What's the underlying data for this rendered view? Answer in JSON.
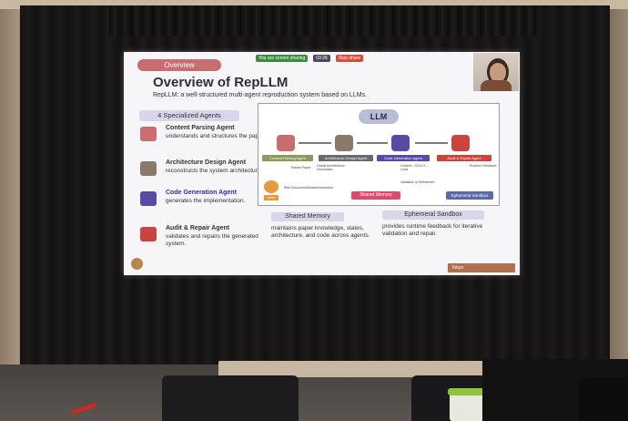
{
  "slide": {
    "section": "Overview",
    "title": "Overview of RepLLM",
    "subtitle": "RepLLM: a well-structured multi-agent reproduction system based on LLMs.",
    "agents_header": "4 Specialized Agents",
    "agents": [
      {
        "name": "Content Parsing Agent",
        "desc": "understands and structures the paper.",
        "color": "#c96e6e"
      },
      {
        "name": "Architecture Design Agent",
        "desc": "reconstructs the system architecture.",
        "color": "#8a7a6a"
      },
      {
        "name": "Code Generation Agent",
        "desc": "generates the implementation.",
        "color": "#5a4aa8"
      },
      {
        "name": "Audit & Repair Agent",
        "desc": "validates and repairs the generated system.",
        "color": "#c9443c"
      }
    ],
    "diagram": {
      "llm": "LLM",
      "nodes": [
        "Content Parsing Agent",
        "Architecture Design Agent",
        "Code Generation Agent",
        "Audit & Repair Agent"
      ],
      "user": "User",
      "shared_memory": "Shared Memory",
      "sandbox": "Ephemeral Sandbox",
      "labels": {
        "parsed": "Parsed Paper",
        "global": "Global Architectural Information",
        "context": "Context→SOCoT → Code",
        "runtime": "Runtime Feedback",
        "validation": "Validation & Refinement",
        "raw": "Raw Document/Dataset/Instruction"
      }
    },
    "shared_memory": {
      "title": "Shared Memory",
      "desc": "maintains paper knowledge, states, architecture, and code across agents."
    },
    "sandbox": {
      "title": "Ephemeral Sandbox",
      "desc": "provides runtime feedback for iterative validation and repair."
    },
    "topbar": {
      "sharing": "You are screen sharing",
      "time": "03:26",
      "stop": "Stop share"
    },
    "footer": "Tokyo"
  },
  "colors": {
    "accent": "#c96e6e",
    "diagram_bg": "#ffffff"
  }
}
